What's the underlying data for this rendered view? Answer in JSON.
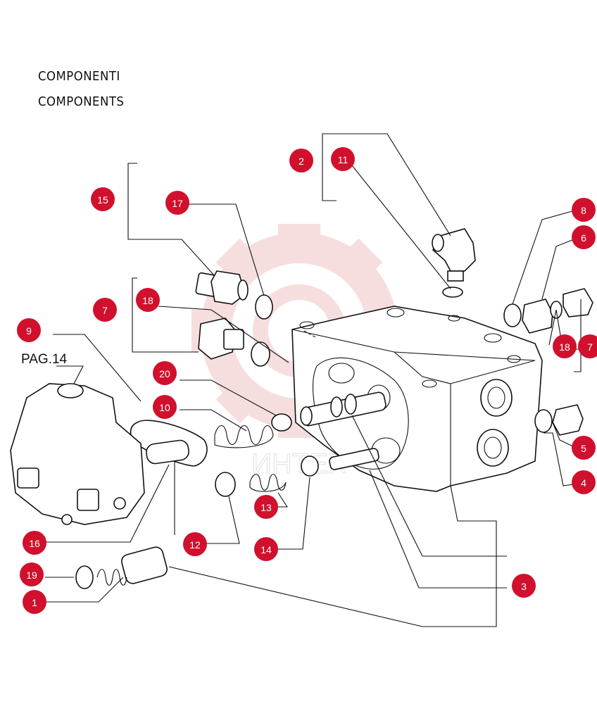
{
  "header": {
    "title_it": "COMPONENTI",
    "title_en": "COMPONENTS"
  },
  "page_reference": "PAG.14",
  "watermark": {
    "icon": "gear-logo-icon",
    "text": "ИНТЕХ",
    "color": "#f2c4c4"
  },
  "callout_color": "#d0102c",
  "callouts": [
    {
      "id": "c2",
      "label": "2"
    },
    {
      "id": "c11",
      "label": "11"
    },
    {
      "id": "c15",
      "label": "15"
    },
    {
      "id": "c17",
      "label": "17"
    },
    {
      "id": "c8",
      "label": "8"
    },
    {
      "id": "c6",
      "label": "6"
    },
    {
      "id": "c7a",
      "label": "7"
    },
    {
      "id": "c18a",
      "label": "18"
    },
    {
      "id": "c9",
      "label": "9"
    },
    {
      "id": "c20",
      "label": "20"
    },
    {
      "id": "c18b",
      "label": "18"
    },
    {
      "id": "c7b",
      "label": "7"
    },
    {
      "id": "c10",
      "label": "10"
    },
    {
      "id": "c5",
      "label": "5"
    },
    {
      "id": "c4",
      "label": "4"
    },
    {
      "id": "c13",
      "label": "13"
    },
    {
      "id": "c16",
      "label": "16"
    },
    {
      "id": "c12",
      "label": "12"
    },
    {
      "id": "c14",
      "label": "14"
    },
    {
      "id": "c19",
      "label": "19"
    },
    {
      "id": "c3",
      "label": "3"
    },
    {
      "id": "c1",
      "label": "1"
    }
  ]
}
